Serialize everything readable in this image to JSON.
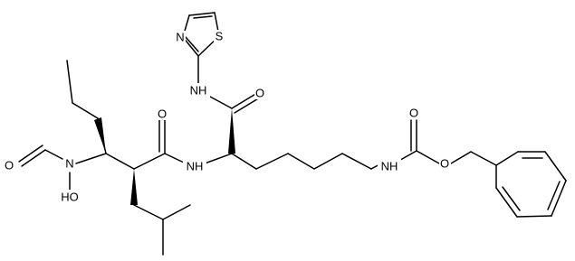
{
  "atom_labels": {
    "thiazole_n": "N",
    "thiazole_s": "S",
    "amide_nh_top": "NH",
    "amide_o_top": "O",
    "amide_o_left": "O",
    "amide_nh_mid": "NH",
    "formyl_o": "O",
    "hydroxamic_n": "N",
    "hydroxyl": "HO",
    "carbamate_o_double": "O",
    "carbamate_o_ester": "O",
    "carbamate_nh": "NH"
  }
}
